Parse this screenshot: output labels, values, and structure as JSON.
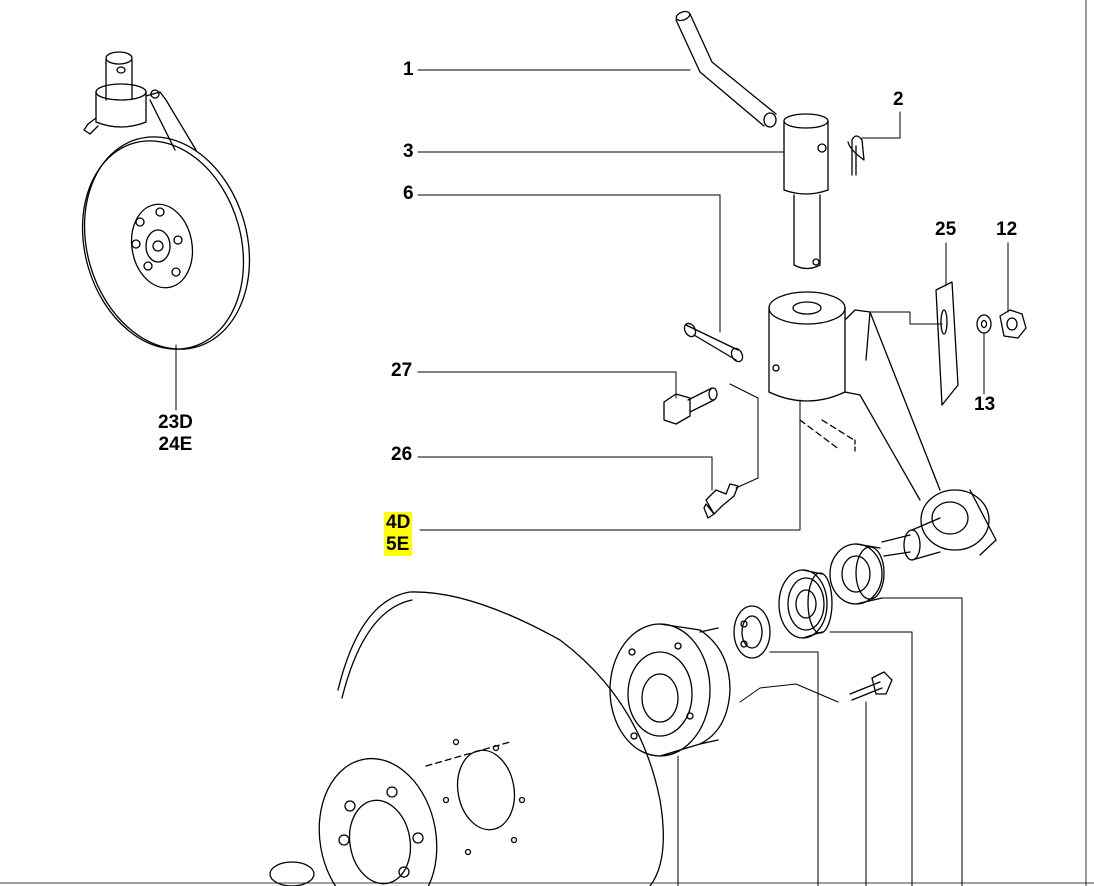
{
  "callouts": {
    "c1": "1",
    "c2": "2",
    "c3": "3",
    "c6": "6",
    "c25": "25",
    "c12": "12",
    "c13": "13",
    "c27": "27",
    "c26": "26",
    "c4D": "4D",
    "c5E": "5E",
    "c23D": "23D",
    "c24E": "24E"
  },
  "highlighted_callouts": [
    "4D",
    "5E"
  ],
  "colors": {
    "line": "#000000",
    "highlight": "#ffff00",
    "background": "#ffffff"
  }
}
